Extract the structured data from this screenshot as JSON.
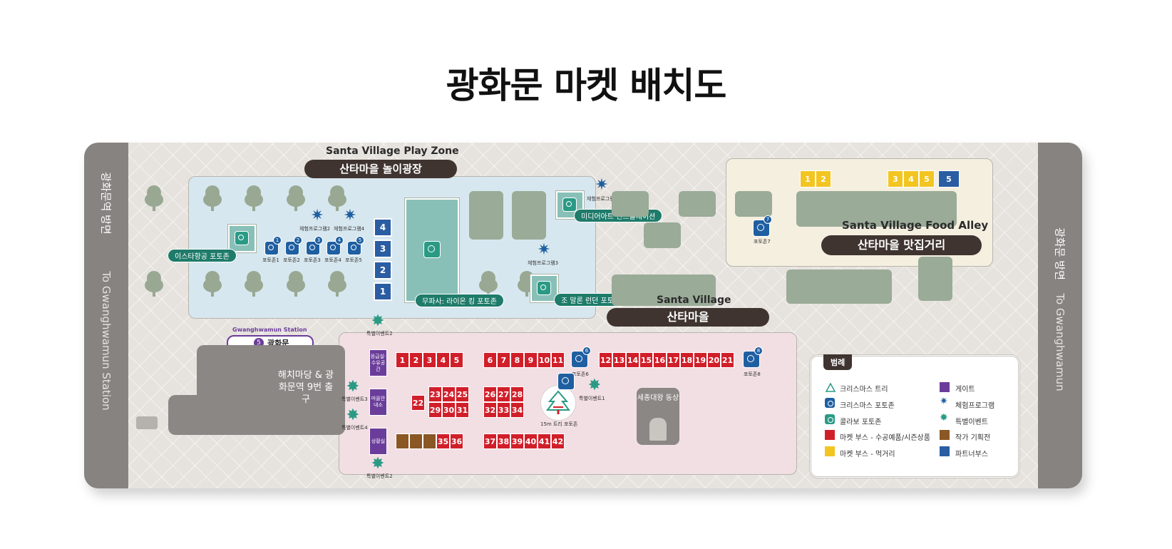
{
  "title": "광화문 마켓 배치도",
  "sides": {
    "left_kr": "광화문역 방면",
    "left_en": "To Gwanghwamun Station",
    "right_kr": "광화문 방면",
    "right_en": "To Gwanghwamun"
  },
  "play_zone": {
    "eng": "Santa Village Play Zone",
    "kr": "산타마을 놀이광장",
    "blue_booths": [
      "4",
      "3",
      "2",
      "1"
    ],
    "photozones": [
      "포토존1",
      "포토존2",
      "포토존3",
      "포토존4",
      "포토존5"
    ],
    "photozone_nums": [
      "1",
      "2",
      "3",
      "4",
      "5"
    ],
    "programs": [
      "체험프로그램2",
      "체험프로그램4",
      "체험프로그램1",
      "체험프로그램3"
    ],
    "collab_labels": [
      "이스타항공 포토존",
      "무파사: 라이온 킹 포토존",
      "미디어아트 인스톨레이션",
      "조 말론 런던 포토존"
    ]
  },
  "food_alley": {
    "eng": "Santa Village Food Alley",
    "kr": "산타마을 맛집거리",
    "yellow_left": [
      "1",
      "2"
    ],
    "yellow_right": [
      "3",
      "4",
      "5"
    ],
    "partner": "5",
    "photozone7": "포토존7",
    "photozone7_num": "7"
  },
  "village": {
    "eng": "Santa Village",
    "kr": "산타마을",
    "row1a": [
      "1",
      "2",
      "3",
      "4",
      "5"
    ],
    "row1b": [
      "6",
      "7",
      "8",
      "9",
      "10",
      "11"
    ],
    "row1c": [
      "12",
      "13",
      "14",
      "15",
      "16",
      "17",
      "18",
      "19",
      "20",
      "21"
    ],
    "block_a_top": [
      "23",
      "24",
      "25"
    ],
    "block_a_bot": [
      "29",
      "30",
      "31"
    ],
    "booth22": "22",
    "block_b_top": [
      "26",
      "27",
      "28"
    ],
    "block_b_bot": [
      "32",
      "33",
      "34"
    ],
    "row_bottom_a": [
      "35",
      "36"
    ],
    "row_bottom_b": [
      "37",
      "38",
      "39",
      "40",
      "41",
      "42"
    ],
    "gates": [
      "응급실·수유공간",
      "마을안내소",
      "상황실"
    ],
    "events": [
      "특별이벤트2",
      "특별이벤트3",
      "특별이벤트4",
      "특별이벤트1",
      "특별이벤트2"
    ],
    "photozone6": "포토존6",
    "photozone6_num": "6",
    "photozone8": "포토존8",
    "photozone8_num": "8",
    "tree_label": "15m 트리 포토존",
    "statue": "세종대왕 동상"
  },
  "station": {
    "eng": "Gwanghwamun Station",
    "line_num": "5",
    "name": "광화문",
    "haechi": "해치마당 & 광화문역 9번 출구"
  },
  "legend": {
    "title": "범례",
    "items": [
      "크리스마스 트리",
      "게이트",
      "크리스마스 포토존",
      "체험프로그램",
      "콜라보 포토존",
      "특별이벤트",
      "마켓 부스 - 수공예품/시즌상품",
      "작가 기획전",
      "마켓 부스 - 먹거리",
      "파트너부스"
    ]
  },
  "colors": {
    "market_red": "#d11f2a",
    "food_yellow": "#f3c521",
    "partner_blue": "#2b5da3",
    "author_brown": "#8a5725",
    "gate_purple": "#6b3d9a",
    "collab_teal": "#2a9a85"
  }
}
